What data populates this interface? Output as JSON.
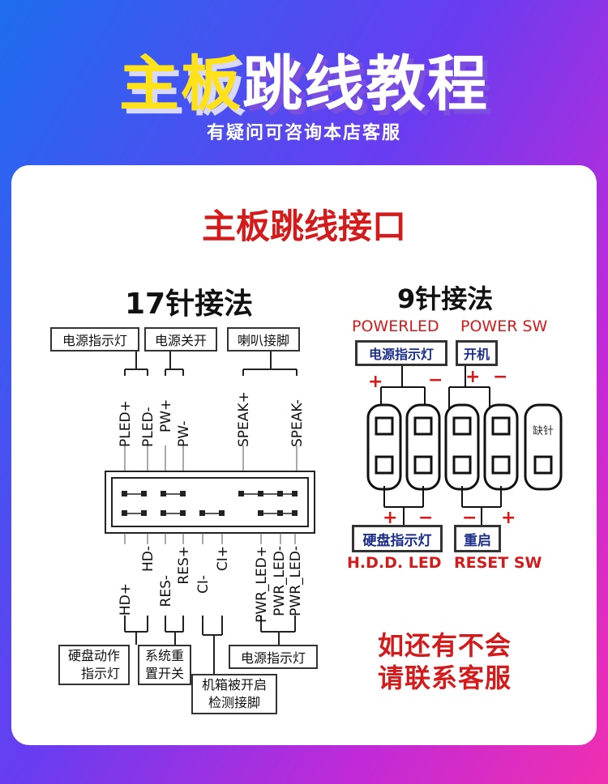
{
  "banner": {
    "title_highlight": "主板",
    "title_rest": "跳线教程",
    "subtitle": "有疑问可咨询本店客服"
  },
  "card": {
    "heading": "主板跳线接口"
  },
  "pin17": {
    "heading": "17针接法",
    "top_labels": [
      "电源指示灯",
      "电源关开",
      "喇叭接脚"
    ],
    "top_pins": [
      "PLED+",
      "PLED-",
      "PW+",
      "PW-",
      "SPEAK+",
      "SPEAK-"
    ],
    "bottom_pins": [
      "HD+",
      "HD-",
      "RES-",
      "RES+",
      "CI-",
      "CI+",
      "PWR_LED+",
      "PWR_LED-",
      "PWR_LED-"
    ],
    "bottom_labels": {
      "hdd_line1": "硬盘动作",
      "hdd_line2": "指示灯",
      "reset_line1": "系统重",
      "reset_line2": "置开关",
      "chassis_line1": "机箱被开启",
      "chassis_line2": "检测接脚",
      "power_led": "电源指示灯"
    }
  },
  "pin9": {
    "heading": "9针接法",
    "top_left_en": "POWERLED",
    "top_right_en": "POWER SW",
    "top_left_cn": "电源指示灯",
    "top_right_cn": "开机",
    "top_polarity": [
      "+",
      "−",
      "+",
      "−"
    ],
    "bottom_polarity": [
      "+",
      "−",
      "−",
      "+"
    ],
    "missing_pin": "缺针",
    "bottom_left_cn": "硬盘指示灯",
    "bottom_right_cn": "重启",
    "bottom_left_en": "H.D.D. LED",
    "bottom_right_en": "RESET SW"
  },
  "cta": {
    "line1": "如还有不会",
    "line2": "请联系客服"
  },
  "colors": {
    "accent_red": "#d41b1b",
    "navy": "#1c2f8a",
    "banner_yellow": "#ffe21a"
  }
}
